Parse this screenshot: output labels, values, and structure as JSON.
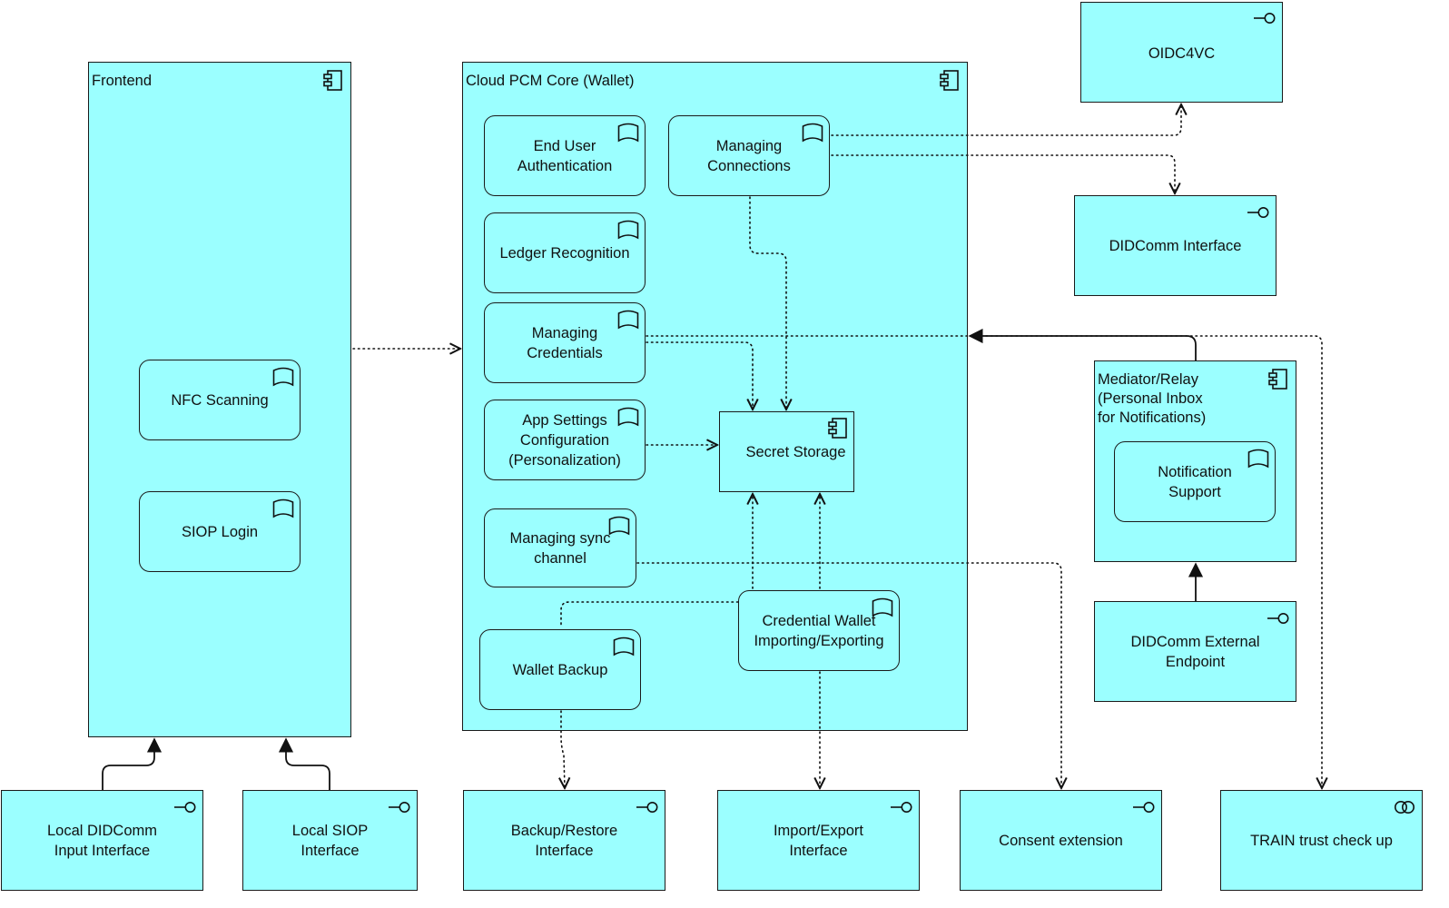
{
  "frontend": {
    "title": "Frontend",
    "functions": {
      "nfc": "NFC Scanning",
      "siop_login": "SIOP Login"
    }
  },
  "core": {
    "title": "Cloud PCM Core (Wallet)",
    "functions": {
      "end_user_auth": "End User\nAuthentication",
      "managing_connections": "Managing\nConnections",
      "ledger_recognition": "Ledger Recognition",
      "managing_credentials": "Managing\nCredentials",
      "app_settings": "App Settings\nConfiguration\n(Personalization)",
      "managing_sync": "Managing sync\nchannel",
      "wallet_backup": "Wallet Backup",
      "credential_import_export": "Credential Wallet\nImporting/Exporting"
    },
    "secret_storage": "Secret Storage"
  },
  "mediator": {
    "title": "Mediator/Relay\n(Personal Inbox\nfor Notifications)",
    "notification_support": "Notification\nSupport"
  },
  "interfaces": {
    "oidc4vc": "OIDC4VC",
    "didcomm": "DIDComm Interface",
    "didcomm_external": "DIDComm External\nEndpoint",
    "local_didcomm": "Local DIDComm\nInput Interface",
    "local_siop": "Local SIOP\nInterface",
    "backup_restore": "Backup/Restore\nInterface",
    "import_export": "Import/Export\nInterface",
    "consent": "Consent extension",
    "train": "TRAIN trust check up"
  },
  "icons": {
    "component": "component-icon",
    "function": "function-icon",
    "interface": "interface-icon",
    "collaboration": "collaboration-icon"
  },
  "colors": {
    "fill": "#9bffff",
    "stroke": "#1a1a1a"
  }
}
